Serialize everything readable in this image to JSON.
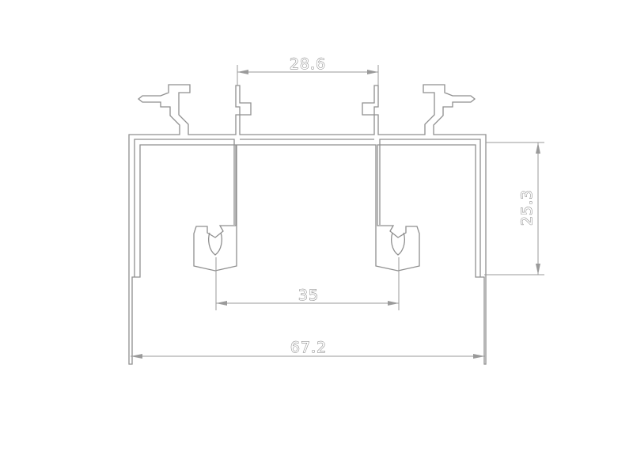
{
  "dimensions": {
    "top_gap": "28.6",
    "groove_spacing": "35",
    "overall_width": "67.2",
    "side_height": "25.3"
  },
  "colors": {
    "outline": "#8f8f8f",
    "dimension": "#9a9a9a",
    "background": "#ffffff"
  }
}
